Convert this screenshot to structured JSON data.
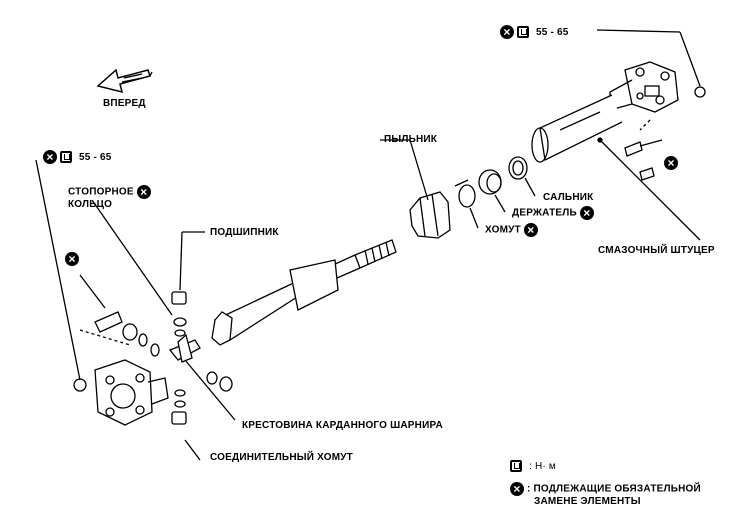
{
  "forward": "ВПЕРЕД",
  "torque_top": "55 - 65",
  "torque_left": "55 - 65",
  "labels": {
    "dust_boot": "ПЫЛЬНИК",
    "snap_ring_line1": "СТОПОРНОЕ",
    "snap_ring_line2": "КОЛЬЦО",
    "bearing": "ПОДШИПНИК",
    "oil_seal": "САЛЬНИК",
    "retainer": "ДЕРЖАТЕЛЬ",
    "clamp": "ХОМУТ",
    "grease_fitting": "СМАЗОЧНЫЙ ШТУЦЕР",
    "spider": "КРЕСТОВИНА КАРДАННОГО ШАРНИРА",
    "flange_yoke": "СОЕДИНИТЕЛЬНЫЙ ХОМУТ"
  },
  "legend": {
    "torque_unit": ": Н· м",
    "replace_line1": ": ПОДЛЕЖАЩИЕ ОБЯЗАТЕЛЬНОЙ",
    "replace_line2": "ЗАМЕНЕ ЭЛЕМЕНТЫ"
  },
  "icons": {
    "replace": "x-circle-icon",
    "torque": "torque-wrench-icon"
  }
}
